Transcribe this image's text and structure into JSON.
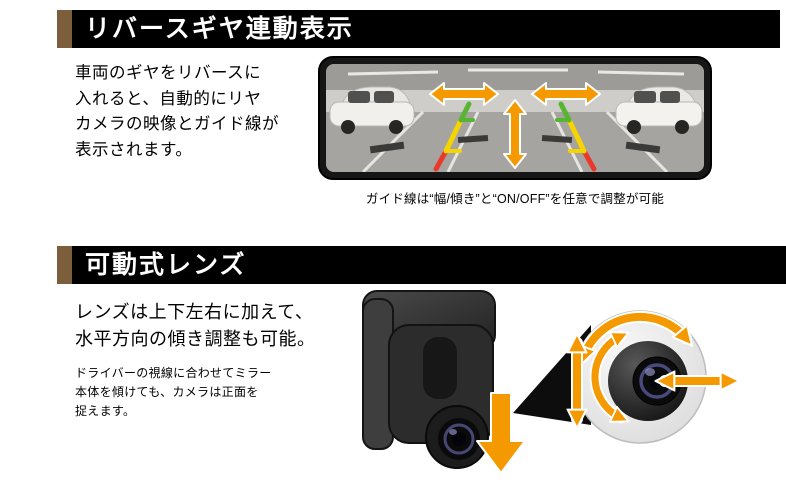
{
  "section_reverse": {
    "title": "リバースギヤ連動表示",
    "body_lines": [
      "車両のギヤをリバースに",
      "入れると、自動的にリヤ",
      "カメラの映像とガイド線が",
      "表示されます。"
    ],
    "caption": "ガイド線は“幅/傾き”と“ON/OFF”を任意で調整が可能"
  },
  "section_lens": {
    "title": "可動式レンズ",
    "lead_lines": [
      "レンズは上下左右に加えて、",
      "水平方向の傾き調整も可能。"
    ],
    "note_lines": [
      "ドライバーの視線に合わせてミラー",
      "本体を傾けても、カメラは正面を",
      "捉えます。"
    ]
  },
  "colors": {
    "header_bg": "#000000",
    "header_accent_brown": "#7d5e3c",
    "arrow_orange": "#f49a00",
    "guide_yellow": "#f6d400",
    "guide_red": "#e8392b",
    "guide_green": "#58b531"
  }
}
